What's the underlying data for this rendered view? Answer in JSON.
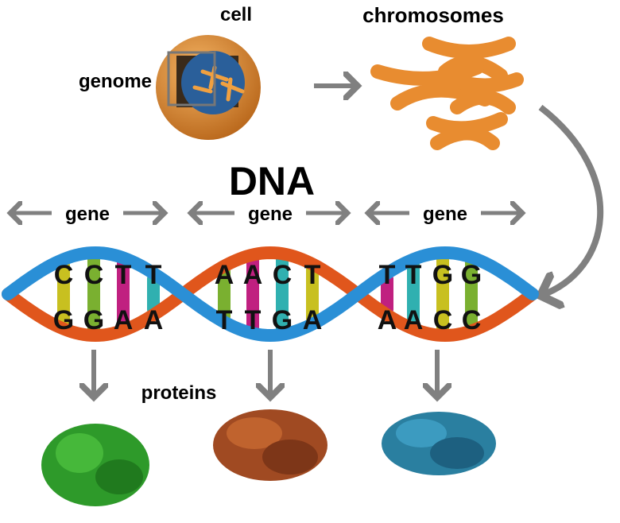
{
  "labels": {
    "cell": "cell",
    "chromosomes": "chromosomes",
    "genome": "genome",
    "dna": "DNA",
    "genes": [
      "gene",
      "gene",
      "gene"
    ],
    "proteins": "proteins"
  },
  "bases": {
    "top": [
      [
        "C",
        "C",
        "T",
        "T"
      ],
      [
        "A",
        "A",
        "C",
        "T"
      ],
      [
        "T",
        "T",
        "G",
        "G"
      ]
    ],
    "bottom": [
      [
        "G",
        "G",
        "A",
        "A"
      ],
      [
        "T",
        "T",
        "G",
        "A"
      ],
      [
        "A",
        "A",
        "C",
        "C"
      ]
    ]
  },
  "colors": {
    "strand_blue": "#2a8fd6",
    "strand_orange": "#e0561c",
    "cell": "#e8953a",
    "chromosome": "#f0a040",
    "arrow": "#808080",
    "protein_green": "#2e9a2a",
    "protein_brown": "#a04a22",
    "protein_blue": "#2a7fa0"
  }
}
